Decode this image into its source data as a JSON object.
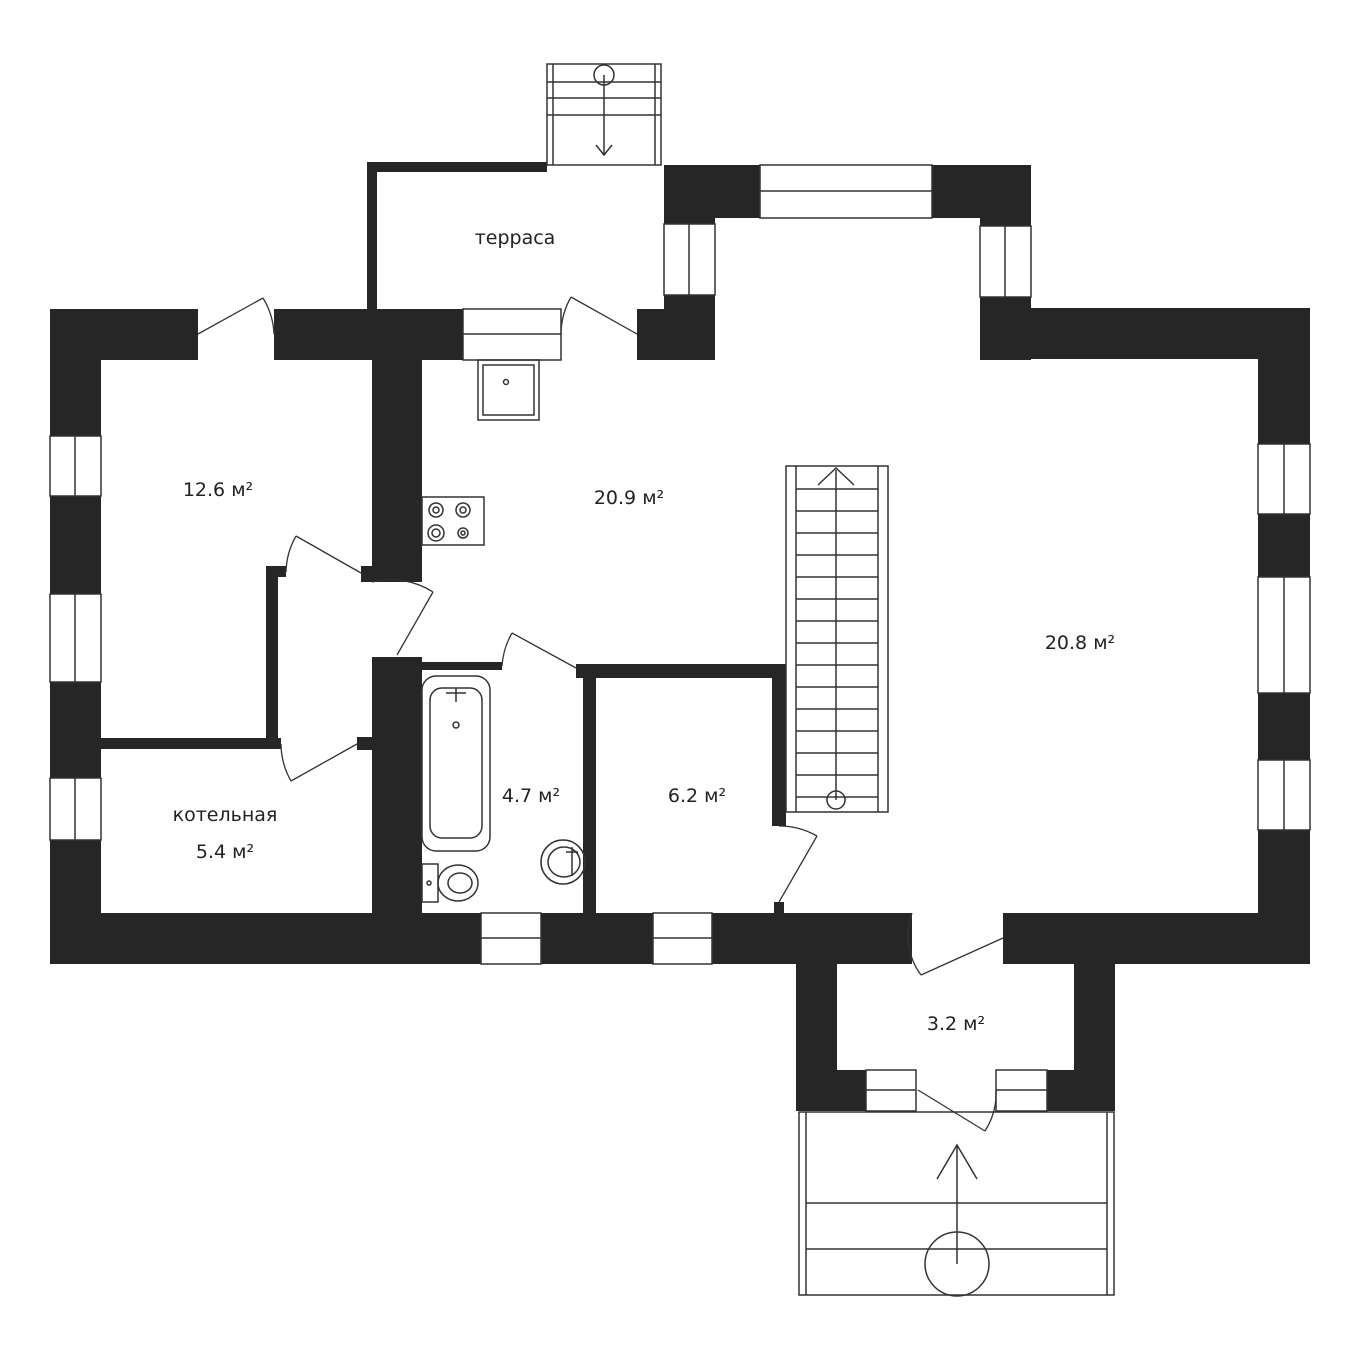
{
  "rooms": [
    {
      "id": "terrace",
      "label": "терраса",
      "area": ""
    },
    {
      "id": "bedroom",
      "label": "",
      "area": "12.6 м²"
    },
    {
      "id": "kitchen",
      "label": "",
      "area": "20.9 м²"
    },
    {
      "id": "living",
      "label": "",
      "area": "20.8 м²"
    },
    {
      "id": "boiler",
      "label": "котельная",
      "area": "5.4 м²"
    },
    {
      "id": "bathroom",
      "label": "",
      "area": "4.7 м²"
    },
    {
      "id": "storage",
      "label": "",
      "area": "6.2 м²"
    },
    {
      "id": "vestibule",
      "label": "",
      "area": "3.2 м²"
    }
  ],
  "icons": [
    "stair-arrow-icon",
    "stove-icon",
    "sink-icon",
    "bathtub-icon",
    "toilet-icon",
    "washbasin-icon"
  ],
  "colors": {
    "wall": "#262626",
    "background": "#ffffff",
    "line": "#333333"
  }
}
